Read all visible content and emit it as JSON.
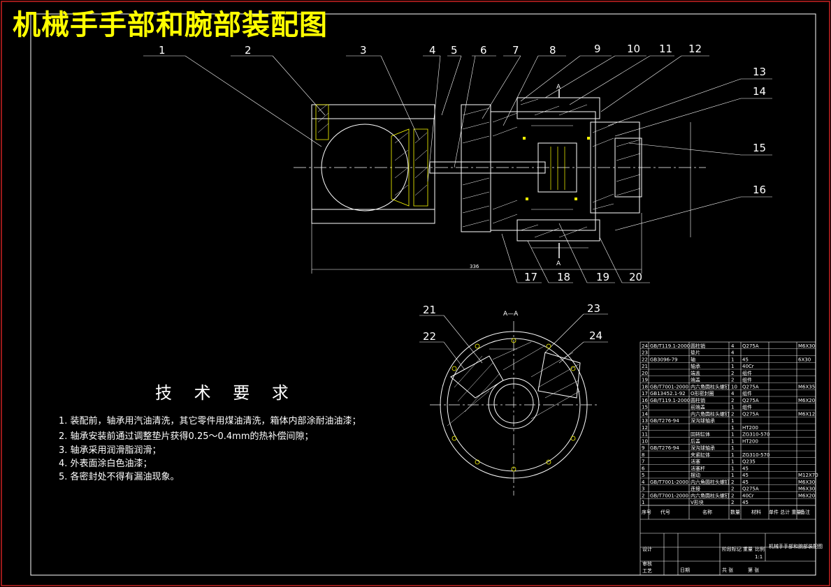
{
  "title": "机械手手部和腕部装配图",
  "section_label": "A—A",
  "section_mark": "A",
  "dimension_length": "336",
  "tech_title": "技 术 要 求",
  "requirements": [
    "1. 装配前，轴承用汽油清洗，其它零件用煤油清洗，箱体内部涂耐油油漆；",
    "2. 轴承安装前通过调整垫片获得0.25～0.4mm的热补偿间隙；",
    "3. 轴承采用润滑脂润滑；",
    "4. 外表面涂白色油漆；",
    "5. 各密封处不得有漏油现象。"
  ],
  "balloons_top": [
    "1",
    "2",
    "3",
    "4",
    "5",
    "6",
    "7",
    "8",
    "9",
    "10",
    "11",
    "12"
  ],
  "balloons_right": [
    "13",
    "14",
    "15",
    "16"
  ],
  "balloons_bottom": [
    "17",
    "18",
    "19",
    "20"
  ],
  "balloons_section": [
    "21",
    "22",
    "23",
    "24"
  ],
  "bom_header": [
    "序号",
    "代号",
    "名称",
    "数量",
    "材料",
    "单件 总计 重量",
    "备注"
  ],
  "bom_rows": [
    [
      "24",
      "GB/T119.1-2000",
      "圆柱销",
      "4",
      "Q275A",
      "",
      "M6X30"
    ],
    [
      "23",
      "",
      "垫片",
      "4",
      "",
      "",
      ""
    ],
    [
      "22",
      "GB3096-79",
      "轴",
      "1",
      "45",
      "",
      "6X30"
    ],
    [
      "21",
      "",
      "轴承",
      "1",
      "40Cr",
      "",
      ""
    ],
    [
      "20",
      "",
      "端盖",
      "2",
      "组件",
      "",
      ""
    ],
    [
      "19",
      "",
      "端盖",
      "2",
      "组件",
      "",
      ""
    ],
    [
      "18",
      "GB/T7001-2000",
      "内六角圆柱头螺钉",
      "10",
      "Q275A",
      "",
      "M6X35"
    ],
    [
      "17",
      "GB13452.1-92",
      "O形密封圈",
      "4",
      "组件",
      "",
      ""
    ],
    [
      "16",
      "GB/T119.1-2000",
      "圆柱销",
      "2",
      "Q275A",
      "",
      "M6X20"
    ],
    [
      "15",
      "",
      "前端盖",
      "1",
      "组件",
      "",
      ""
    ],
    [
      "14",
      "",
      "内六角圆柱头螺钉",
      "2",
      "Q275A",
      "",
      "M6X12"
    ],
    [
      "13",
      "GB/T276-94",
      "深沟球轴承",
      "1",
      "",
      "",
      ""
    ],
    [
      "12",
      "",
      "",
      "1",
      "HT200",
      "",
      ""
    ],
    [
      "11",
      "",
      "回转缸体",
      "1",
      "ZG310-570",
      "",
      ""
    ],
    [
      "10",
      "",
      "后盖",
      "1",
      "HT200",
      "",
      ""
    ],
    [
      "9",
      "GB/T276-94",
      "深沟球轴承",
      "1",
      "",
      "",
      ""
    ],
    [
      "8",
      "",
      "夹紧缸体",
      "1",
      "ZG310-570",
      "",
      ""
    ],
    [
      "7",
      "",
      "活塞",
      "1",
      "Q235",
      "",
      ""
    ],
    [
      "6",
      "",
      "活塞杆",
      "1",
      "45",
      "",
      ""
    ],
    [
      "5",
      "",
      "摆动",
      "1",
      "45",
      "",
      "M12X70"
    ],
    [
      "4",
      "GB/T7001-2000",
      "内六角圆柱头螺钉",
      "2",
      "45",
      "",
      "M6X30"
    ],
    [
      "3",
      "",
      "连接",
      "2",
      "Q275A",
      "",
      "M6X30"
    ],
    [
      "2",
      "GB/T7001-2000",
      "内六角圆柱头螺钉",
      "2",
      "40Cr",
      "",
      "M6X20"
    ],
    [
      "1",
      "",
      "V形块",
      "2",
      "45",
      "",
      ""
    ]
  ],
  "title_block": {
    "drawing_name": "机械手手部和腕部装配图",
    "design": "设计",
    "check": "审核",
    "process": "工艺",
    "date_label": "日期",
    "stage_label": "阶段标记",
    "weight_label": "重量",
    "scale_label": "比例",
    "scale": "1:1",
    "sheets": "共  张",
    "sheet_no": "第  张"
  }
}
